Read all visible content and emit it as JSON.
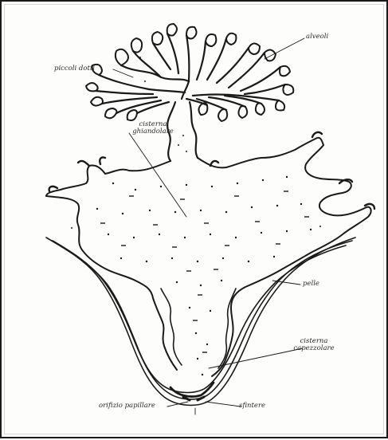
{
  "labels": {
    "alveoli": "alveoli",
    "ducts": "piccoli dotti",
    "gland_cistern_line1": "cisterna",
    "gland_cistern_line2": "ghiandolare",
    "skin": "pelle",
    "teat_cistern_line1": "cisterna",
    "teat_cistern_line2": "capezzolare",
    "papillary_orifice": "orifizio papillare",
    "sphincter": "sfintere"
  },
  "colors": {
    "ink": "#1a1a1a",
    "paper": "#fdfdfb",
    "label_text": "#2a2a2a"
  }
}
